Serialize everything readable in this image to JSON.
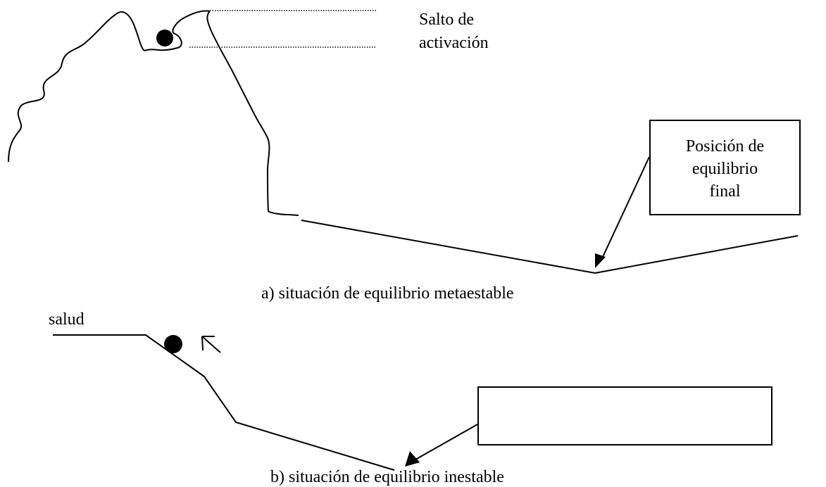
{
  "diagram_a": {
    "jump_label_line1": "Salto de",
    "jump_label_line2": "activación",
    "box_line1": "Posición de",
    "box_line2": "equilibrio",
    "box_line3": "final",
    "caption": "a) situación de equilibrio metaestable"
  },
  "diagram_b": {
    "start_label": "salud",
    "caption": "b) situación de equilibrio inestable"
  }
}
